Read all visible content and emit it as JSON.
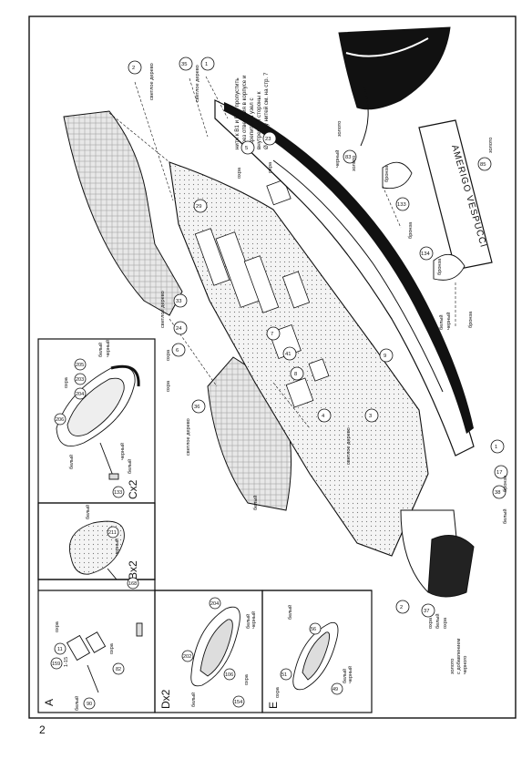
{
  "page": {
    "number": "2"
  },
  "panels": {
    "a": {
      "label": "A"
    },
    "b": {
      "label": "Bx2"
    },
    "c": {
      "label": "Cx2"
    },
    "d": {
      "label": "Dx2"
    },
    "e": {
      "label": "E"
    }
  },
  "note": {
    "lines": [
      "нити к В1 и В14 пропустить",
      "через отверстия в корпусе и",
      "закрепить на узел с",
      "внутренней стороны к",
      "Ø и длину нитей см. на стр. 7"
    ]
  },
  "nameplate": {
    "text": "AMERIGO VESPUCCI"
  },
  "colors": {
    "ochre": "охра",
    "light_wood": "светлое дерево",
    "white": "белый",
    "black": "черный",
    "gold": "золото",
    "bronze": "бронза",
    "gold_black_mix": [
      "золото",
      "с добавлением",
      "черного"
    ]
  },
  "parts": {
    "p1": "1",
    "p2": "2",
    "p3": "3",
    "p4": "4",
    "p5": "5",
    "p6": "6",
    "p7": "7",
    "p8": "8",
    "p9": "9",
    "p11": "11",
    "p17": "17",
    "p23": "23",
    "p24": "24",
    "p29": "29",
    "p33": "33",
    "p35": "35",
    "p36": "36",
    "p37": "37",
    "p38": "38",
    "p41": "41",
    "p49": "49",
    "p51": "51",
    "p56": "56",
    "p82": "82",
    "p83": "83",
    "p85": "85",
    "p90": "90",
    "p106": "106",
    "p133": "133",
    "p134": "134",
    "p154": "154",
    "p159": "159",
    "p168": "168",
    "p202": "202",
    "p203": "203",
    "p204": "204",
    "p205": "205",
    "p206": "206",
    "p211": "211",
    "p1_15": "1-15"
  }
}
